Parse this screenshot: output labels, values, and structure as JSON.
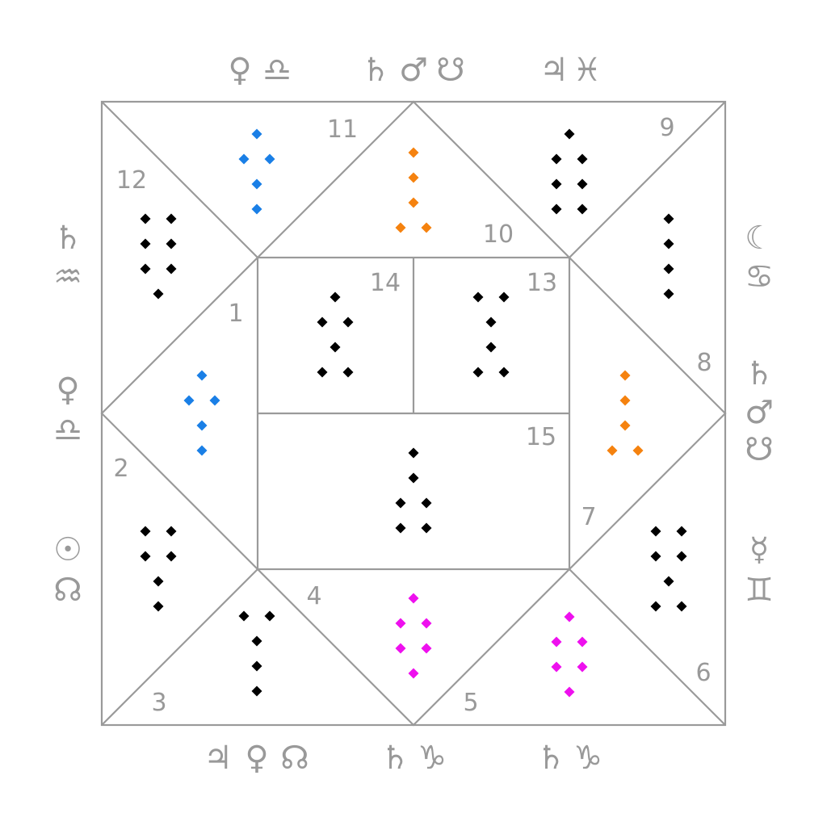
{
  "colors": {
    "line": "#9a9a9a",
    "label": "#999999",
    "black": "#000000",
    "blue": "#1a7fe6",
    "orange": "#f5820f",
    "magenta": "#ee10ee"
  },
  "cells": [
    {
      "id": "1",
      "label": "1",
      "color": "blue",
      "rows": [
        "1",
        "2",
        "1",
        "1"
      ]
    },
    {
      "id": "2",
      "label": "2",
      "color": "black",
      "rows": [
        "2",
        "2",
        "1",
        "1"
      ]
    },
    {
      "id": "3",
      "label": "3",
      "color": "black",
      "rows": [
        "2",
        "1",
        "1",
        "1"
      ]
    },
    {
      "id": "4",
      "label": "4",
      "color": "magenta",
      "rows": [
        "1",
        "2",
        "2",
        "1"
      ]
    },
    {
      "id": "5",
      "label": "5",
      "color": "magenta",
      "rows": [
        "1",
        "2",
        "2",
        "1"
      ]
    },
    {
      "id": "6",
      "label": "6",
      "color": "black",
      "rows": [
        "2",
        "2",
        "1",
        "2"
      ]
    },
    {
      "id": "7",
      "label": "7",
      "color": "orange",
      "rows": [
        "1",
        "1",
        "1",
        "2"
      ]
    },
    {
      "id": "8",
      "label": "8",
      "color": "black",
      "rows": [
        "1",
        "1",
        "1",
        "1"
      ]
    },
    {
      "id": "9",
      "label": "9",
      "color": "black",
      "rows": [
        "1",
        "2",
        "2",
        "2"
      ]
    },
    {
      "id": "10",
      "label": "10",
      "color": "orange",
      "rows": [
        "1",
        "1",
        "1",
        "2"
      ]
    },
    {
      "id": "11",
      "label": "11",
      "color": "blue",
      "rows": [
        "1",
        "2",
        "1",
        "1"
      ]
    },
    {
      "id": "12",
      "label": "12",
      "color": "black",
      "rows": [
        "2",
        "2",
        "2",
        "1"
      ]
    },
    {
      "id": "13",
      "label": "13",
      "color": "black",
      "rows": [
        "2",
        "1",
        "1",
        "2"
      ]
    },
    {
      "id": "14",
      "label": "14",
      "color": "black",
      "rows": [
        "1",
        "2",
        "1",
        "2"
      ]
    },
    {
      "id": "15",
      "label": "15",
      "color": "black",
      "rows": [
        "1",
        "1",
        "2",
        "2"
      ]
    }
  ],
  "planet_groups": {
    "top_left": [
      "♀",
      "♎"
    ],
    "top_center": [
      "♄",
      "♂",
      "☋"
    ],
    "top_right": [
      "♃",
      "♓"
    ],
    "left_upper": [
      "♄",
      "♒"
    ],
    "left_middle": [
      "♀",
      "♎"
    ],
    "left_lower": [
      "☉",
      "☊"
    ],
    "right_upper": [
      "☾",
      "♋"
    ],
    "right_middle": [
      "♄",
      "♂",
      "☋"
    ],
    "right_lower": [
      "☿",
      "♊"
    ],
    "bottom_left": [
      "♃",
      "♀",
      "☊"
    ],
    "bottom_center": [
      "♄",
      "♑"
    ],
    "bottom_right": [
      "♄",
      "♑"
    ]
  }
}
